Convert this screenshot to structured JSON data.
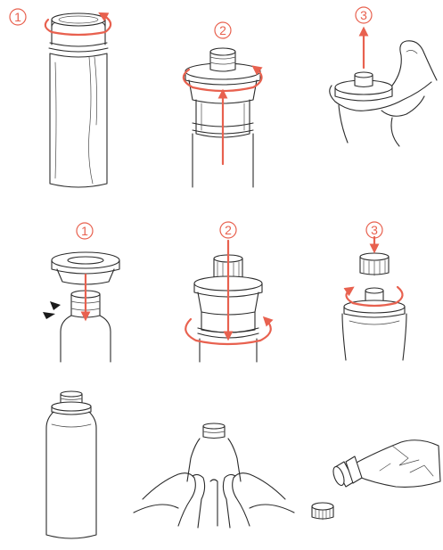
{
  "steps": {
    "row1": [
      "1",
      "2",
      "3"
    ],
    "row2": [
      "1",
      "2",
      "3"
    ]
  },
  "colors": {
    "accent": "#e8614f",
    "ink": "#2b2b2b"
  }
}
